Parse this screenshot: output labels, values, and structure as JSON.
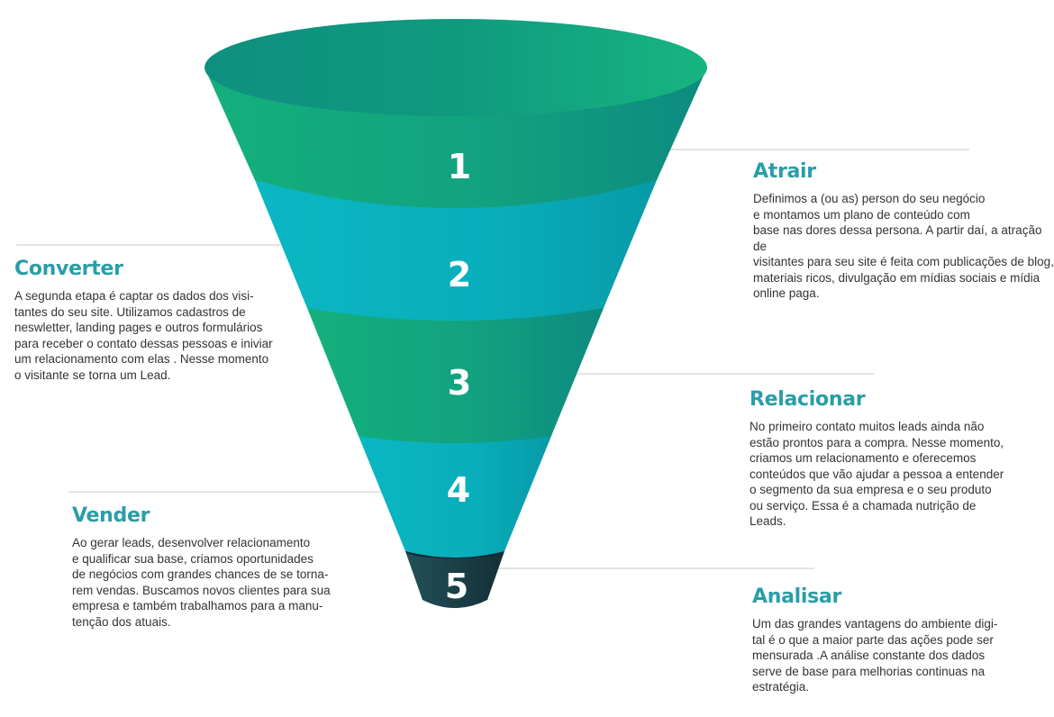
{
  "colors": {
    "green_light": "#12b07e",
    "green_dark": "#0e8b7f",
    "teal": "#09b0bd",
    "navy": "#1c3f47",
    "title": "#2a9ea8",
    "connector_line": "#c8c8c8"
  },
  "funnel": {
    "stages": [
      {
        "number": "1"
      },
      {
        "number": "2"
      },
      {
        "number": "3"
      },
      {
        "number": "4"
      },
      {
        "number": "5"
      }
    ]
  },
  "steps": {
    "atrair": {
      "title": "Atrair",
      "text": "Definimos a (ou as) person do seu negócio\ne montamos um plano de conteúdo com\nbase nas dores dessa persona. A partir daí, a atração de\nvisitantes para seu site é feita com publicações de blog,\nmateriais ricos, divulgação em mídias sociais e mídia\nonline paga."
    },
    "converter": {
      "title": "Converter",
      "text": "A segunda etapa é captar os dados dos visi-\ntantes do seu site. Utilizamos cadastros de\nneswletter, landing pages e outros formulários\npara receber o contato dessas pessoas e iniviar\num relacionamento com elas . Nesse momento\no visitante se torna um Lead."
    },
    "relacionar": {
      "title": "Relacionar",
      "text": "No primeiro contato muitos leads ainda não\nestão prontos para a compra. Nesse momento,\ncriamos um relacionamento e oferecemos\nconteúdos que vão ajudar a pessoa a entender\no segmento da sua empresa e o seu produto\nou serviço. Essa é a chamada nutrição de\nLeads."
    },
    "vender": {
      "title": "Vender",
      "text": "Ao gerar leads, desenvolver relacionamento\ne qualificar sua base, criamos oportunidades\nde negócios com grandes chances de se torna-\nrem vendas. Buscamos novos clientes para sua\nempresa e também trabalhamos para a manu-\ntenção dos atuais."
    },
    "analisar": {
      "title": "Analisar",
      "text": "Um das grandes vantagens do ambiente digi-\ntal é o que a maior parte das ações pode ser\nmensurada .A análise constante dos dados\nserve de base para melhorias continuas na\nestratégia."
    }
  }
}
